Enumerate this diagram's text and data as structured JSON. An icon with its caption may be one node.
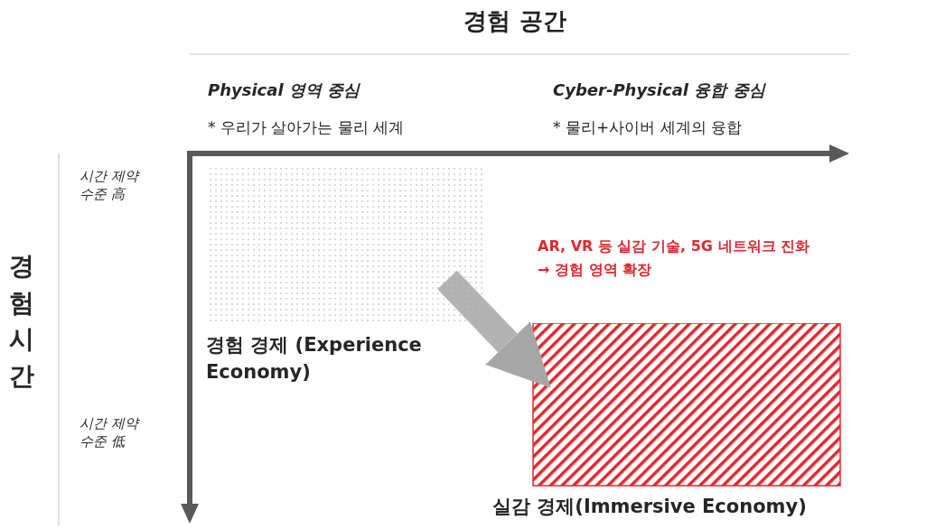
{
  "diagram": {
    "title": "경험 공간",
    "nodes": [
      {
        "text": [
          "경험 경제 (Experience Economy)"
        ]
      },
      {
        "text": [
          "실감 경제(Immersive Economy)"
        ]
      }
    ],
    "edges": [
      {
        "from": 0,
        "to": 1,
        "arrow": "to",
        "color": "#a6a6a6"
      }
    ],
    "labels": [
      "Physical 영역 중심",
      "* 우리가 살아가는 물리 세계",
      "Cyber-Physical 융합 중심",
      "* 물리+사이버 세계의 융합",
      "경험 시간",
      "시간 제약 수준 高",
      "AR, VR 등 실감 기술, 5G 네트워크 진화",
      "→ 경험 영역 확장",
      "시간 제약 수준 低"
    ]
  }
}
